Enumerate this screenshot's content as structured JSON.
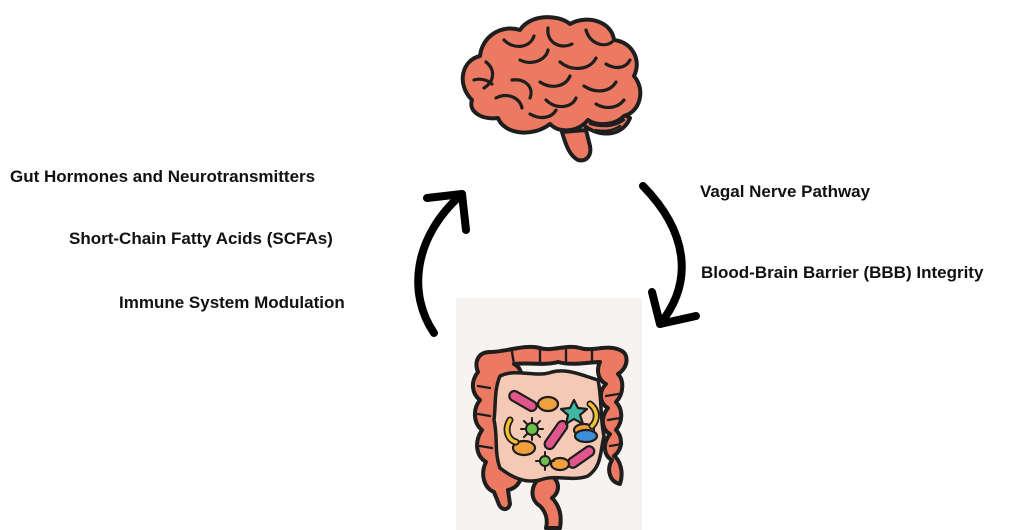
{
  "left_labels": [
    "Gut Hormones and Neurotransmitters",
    "Short-Chain Fatty Acids (SCFAs)",
    "Immune System Modulation"
  ],
  "right_labels": [
    "Vagal Nerve Pathway",
    "Blood-Brain Barrier (BBB) Integrity"
  ],
  "colors": {
    "organ_fill": "#EC7A62",
    "outline": "#1E1E1E",
    "arrow": "#000000"
  },
  "icons": {
    "top": "brain-icon",
    "bottom": "intestine-microbiome-icon"
  }
}
